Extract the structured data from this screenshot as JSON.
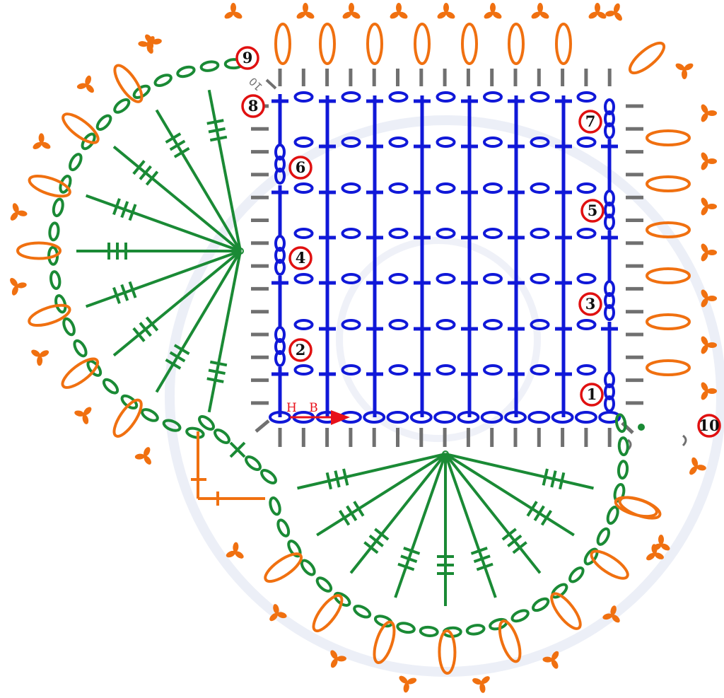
{
  "diagram": {
    "start_label": "Н В",
    "corner_label": "10",
    "row_markers": [
      "1",
      "2",
      "3",
      "4",
      "5",
      "6",
      "7",
      "8",
      "9",
      "10"
    ],
    "colors": {
      "grid": "#1018d8",
      "fan": "#1a8a35",
      "edging": "#f07010",
      "marker_ring": "#e01010",
      "tick": "#707070",
      "arrow": "#e8101a",
      "watermark": "#dfe4f2"
    }
  }
}
